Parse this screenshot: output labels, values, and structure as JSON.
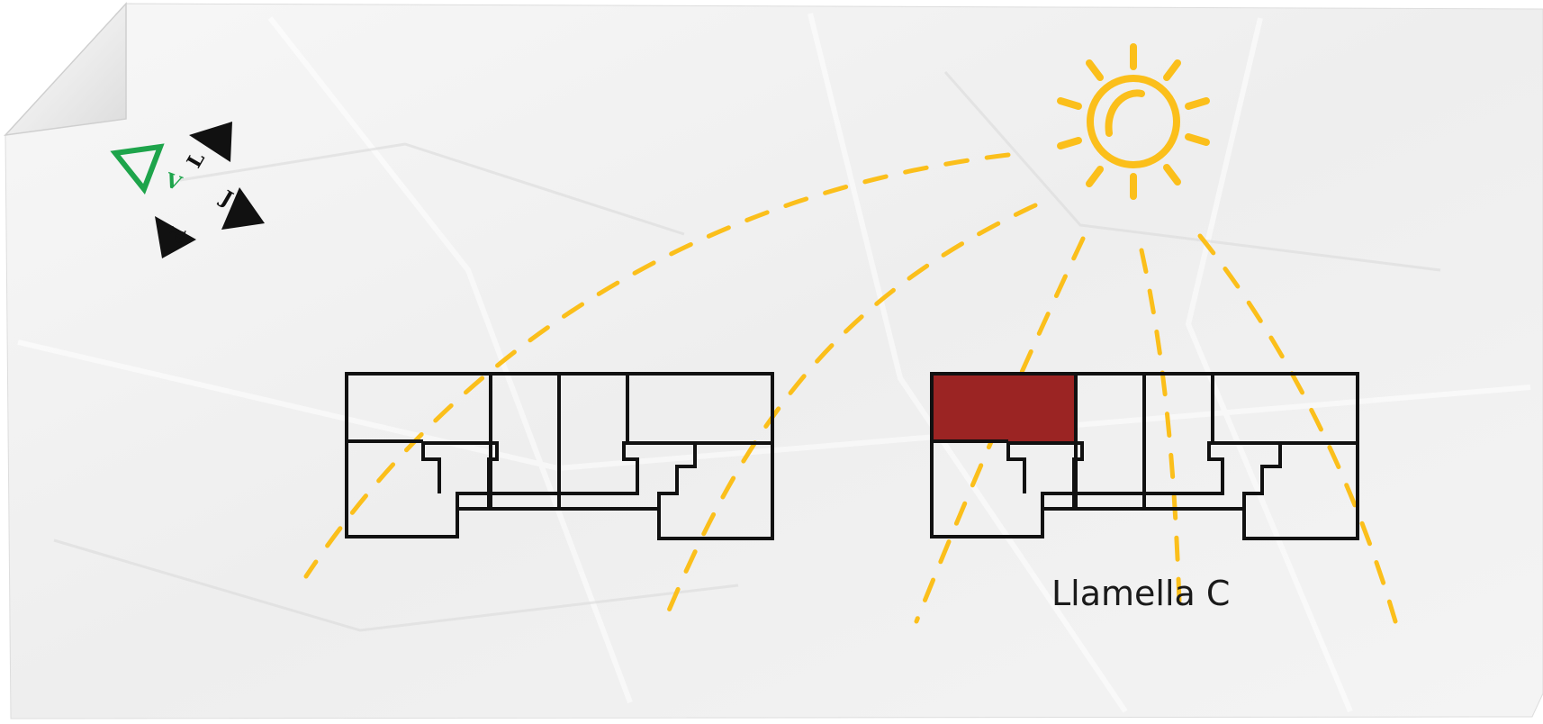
{
  "building_label": "Llamella C",
  "logo": {
    "letters": [
      "V",
      "L",
      "J",
      "P"
    ],
    "colors": {
      "green": "#1ea44b",
      "black": "#111111"
    }
  },
  "colors": {
    "sun": "#fbbf1b",
    "highlight_unit": "#9b2423",
    "plan_stroke": "#111111",
    "paper": "#f2f2f2"
  },
  "icons": [
    "sun-icon",
    "logo-icon",
    "paper-curl-icon"
  ]
}
